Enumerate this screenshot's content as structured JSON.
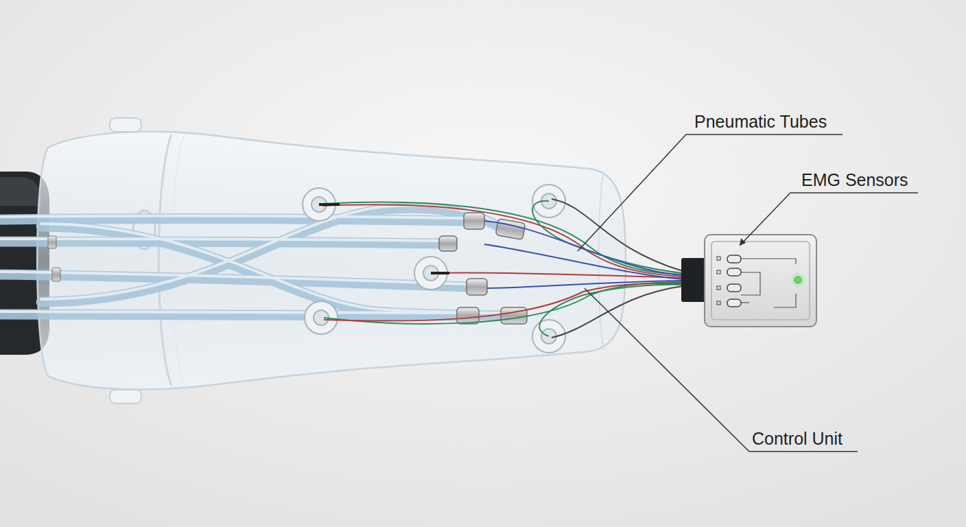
{
  "diagram": {
    "labels": [
      "Pneumatic Tubes",
      "EMG Sensors",
      "Control Unit"
    ]
  }
}
